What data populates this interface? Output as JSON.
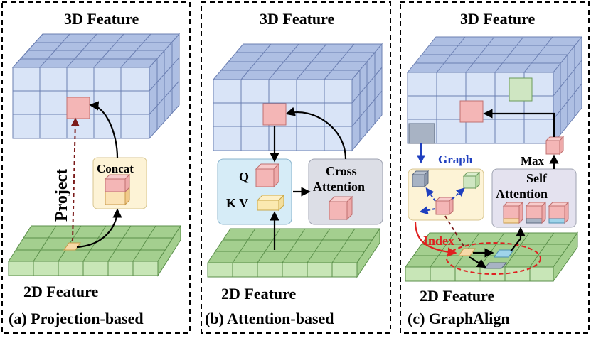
{
  "panels": [
    {
      "top_label": "3D Feature",
      "bottom_label": "2D Feature",
      "caption": "(a) Projection-based",
      "project_label": "Project",
      "concat_label": "Concat"
    },
    {
      "top_label": "3D Feature",
      "bottom_label": "2D Feature",
      "caption": "(b) Attention-based",
      "q_label": "Q",
      "kv_label": "K V",
      "cross_attention_line1": "Cross",
      "cross_attention_line2": "Attention"
    },
    {
      "top_label": "3D Feature",
      "bottom_label": "2D Feature",
      "caption": "(c) GraphAlign",
      "graph_label": "Graph",
      "max_label": "Max",
      "self_attention_line1": "Self",
      "self_attention_line2": "Attention",
      "index_label": "Index"
    }
  ],
  "colors": {
    "voxel_blue": "#d9e4f7",
    "plane_green": "#c8e6b7",
    "highlight_pink": "#f4b6b6",
    "concat_box": "#fdf3d6",
    "qkv_box": "#d6ecf7",
    "attention_box": "#dcdee6",
    "graph_text": "#1f3fbf",
    "index_text": "#e02020"
  }
}
